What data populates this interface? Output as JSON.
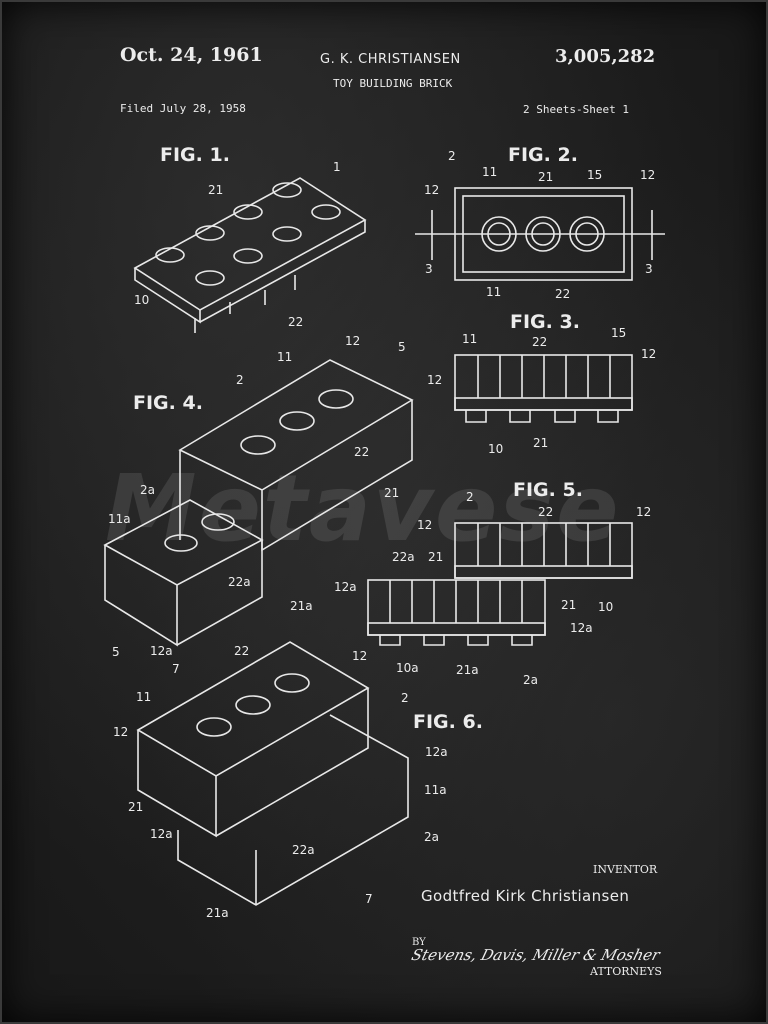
{
  "header": {
    "date": "Oct. 24, 1961",
    "inventor_name": "G. K. CHRISTIANSEN",
    "title": "TOY BUILDING BRICK",
    "patent_number": "3,005,282",
    "filed": "Filed July 28, 1958",
    "sheets": "2 Sheets-Sheet 1"
  },
  "figures": [
    "FIG. 1.",
    "FIG. 2.",
    "FIG. 3.",
    "FIG. 4.",
    "FIG. 5.",
    "FIG. 6."
  ],
  "refs": [
    "1",
    "21",
    "10",
    "22",
    "2",
    "11",
    "21",
    "15",
    "12",
    "12",
    "3",
    "3",
    "11",
    "22",
    "11",
    "22",
    "15",
    "12",
    "12",
    "10",
    "21",
    "12",
    "5",
    "11",
    "2",
    "22",
    "21",
    "2a",
    "11a",
    "22a",
    "21a",
    "5",
    "12a",
    "2",
    "22",
    "12",
    "12",
    "22a",
    "21",
    "12a",
    "21",
    "10",
    "12a",
    "10a",
    "21a",
    "2a",
    "7",
    "22",
    "12",
    "2",
    "11",
    "12",
    "12a",
    "11a",
    "21",
    "12a",
    "22a",
    "2a",
    "21a",
    "7"
  ],
  "footer": {
    "inventor_label": "INVENTOR",
    "inventor": "Godtfred Kirk Christiansen",
    "by": "BY",
    "signature": "Stevens, Davis, Miller & Mosher",
    "attorneys": "ATTORNEYS"
  },
  "watermark": "Metavese"
}
